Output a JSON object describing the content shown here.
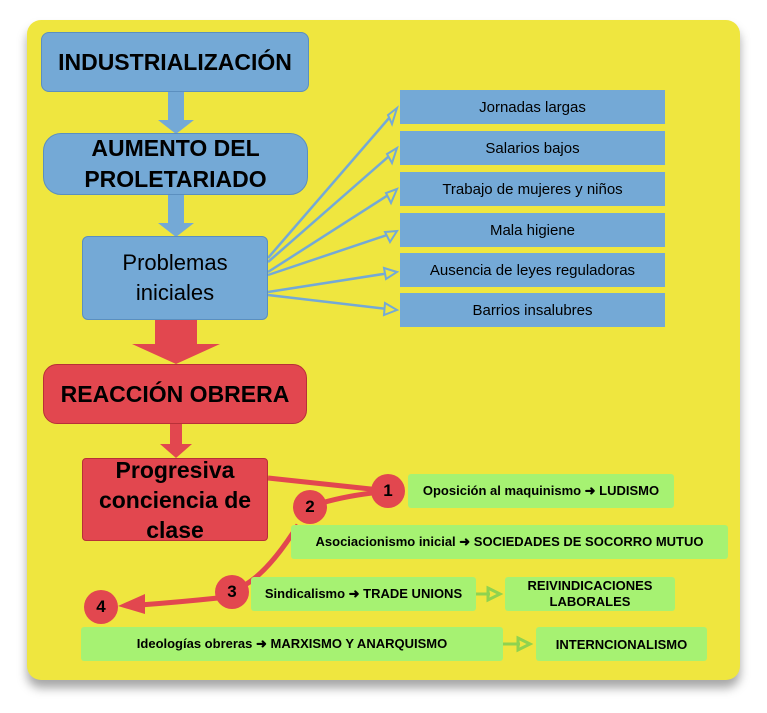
{
  "main": {
    "industrializacion": "INDUSTRIALIZACIÓN",
    "aumento": "AUMENTO DEL PROLETARIADO",
    "problemas": "Problemas iniciales",
    "reaccion": "REACCIÓN OBRERA",
    "progresiva": "Progresiva conciencia de clase"
  },
  "problems": [
    "Jornadas largas",
    "Salarios bajos",
    "Trabajo de mujeres y niños",
    "Mala higiene",
    "Ausencia de leyes reguladoras",
    "Barrios insalubres"
  ],
  "steps": {
    "n1": "1",
    "n2": "2",
    "n3": "3",
    "n4": "4",
    "s1": "Oposición al maquinismo ➜ LUDISMO",
    "s2": "Asociacionismo inicial ➜ SOCIEDADES DE SOCORRO MUTUO",
    "s3": "Sindicalismo ➜ TRADE UNIONS",
    "s3b": "REIVINDICACIONES LABORALES",
    "s4": "Ideologías obreras ➜ MARXISMO Y ANARQUISMO",
    "s4b": "INTERNCIONALISMO"
  },
  "colors": {
    "panel": "#efe63f",
    "blue": "#74a9d6",
    "red": "#e2474f",
    "green": "#a6f272"
  }
}
